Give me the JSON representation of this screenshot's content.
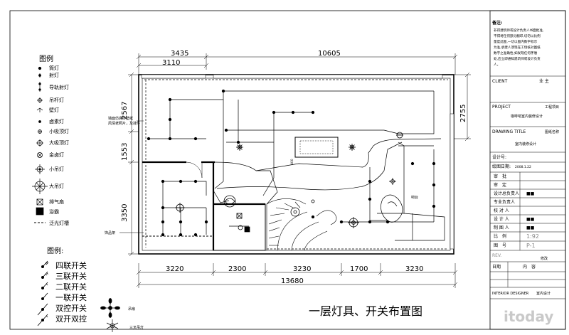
{
  "drawing": {
    "title": "一层灯具、开关布置图",
    "watermark": "itoday"
  },
  "dimensions": {
    "top": [
      "3435",
      "3110",
      "10605"
    ],
    "left": [
      "2567",
      "1553",
      "3350"
    ],
    "right": [
      "2755"
    ],
    "bottom": [
      "3220",
      "2300",
      "3230",
      "1700",
      "3230"
    ],
    "bottom_total": "13680"
  },
  "annotations": {
    "wall_note_1": "墙面仿真砖壁纸",
    "wall_note_2": "风情老照片，及挂件",
    "shelf": "饰品架",
    "bar": "吧台",
    "small_dim": "400"
  },
  "legend": {
    "title": "图例",
    "items": [
      "筒灯",
      "射灯",
      "导轨射灯",
      "吊杆灯",
      "壁灯",
      "卤素灯",
      "小吸顶灯",
      "大吸顶灯",
      "金卤灯",
      "小吊灯",
      "大吊灯",
      "排气扇",
      "浴霸",
      "泛光灯槽"
    ]
  },
  "switch_legend": {
    "title": "图例:",
    "items": [
      "四联开关",
      "三联开关",
      "二联开关",
      "一联开关",
      "双控开关",
      "双开双控"
    ]
  },
  "bottom_legend": {
    "labels": [
      "吊扇",
      "三叉吊灯"
    ]
  },
  "title_block": {
    "note_title": "备注:",
    "note_lines": [
      "非得建筑师或设计负责人书面批准,",
      "不得将任何部分翻印,切勿以比例",
      "量度此图,一切以图内数字标示",
      "为准,承建人须现在工场核对图纸",
      "数字之准确性,如发现任何矛盾",
      "处,应立即通知建筑师或设计负责",
      "人。"
    ],
    "client_label": "CLIENT",
    "client_value": "业 主",
    "project_label": "PROJECT",
    "project_field": "工程项目",
    "project_name": "咖啡吧室内装修设计",
    "drawing_title_label": "DRAWING TITLE",
    "drawing_title_field": "图纸名称",
    "drawing_title_value": "室内装修设计",
    "design_no_label": "设计号:",
    "drawing_date_label": "绘图日期:",
    "drawing_date_value": "2008.1.22",
    "rows": [
      {
        "label": "审　批",
        "value": ""
      },
      {
        "label": "审　定",
        "value": ""
      },
      {
        "label": "设计总负责人",
        "value": "■■"
      },
      {
        "label": "专业负责人",
        "value": ""
      },
      {
        "label": "校 对 人",
        "value": ""
      },
      {
        "label": "设 计 人",
        "value": "■■"
      },
      {
        "label": "制 图 人",
        "value": "■■"
      },
      {
        "label": "比　例",
        "value": "1:92"
      },
      {
        "label": "图　号",
        "value": "P-1"
      }
    ],
    "rev_label": "REV.",
    "rev_value": "修改",
    "date_label": "日期",
    "content_label": "内　容",
    "designer_label": "INTERIOR DESIGNER",
    "designer_value": "室内设计"
  }
}
